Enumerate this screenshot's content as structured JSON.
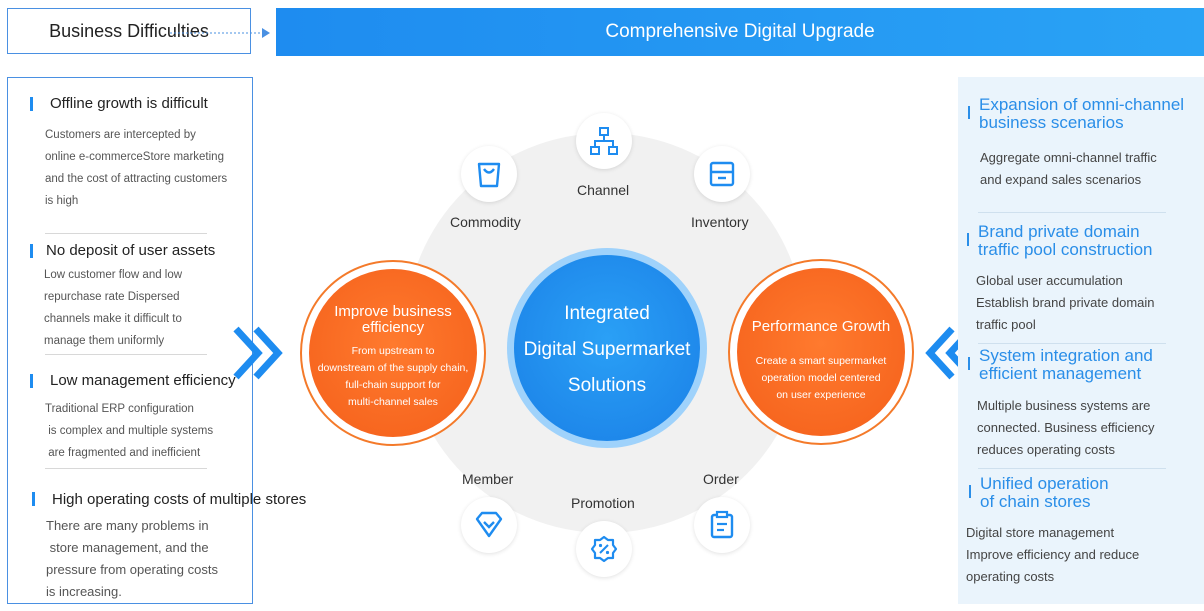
{
  "header": {
    "left_label": "Business Difficulties",
    "right_label": "Comprehensive Digital Upgrade"
  },
  "difficulties": [
    {
      "title": "Offline growth is difficult",
      "desc": [
        "Customers are intercepted by",
        "online e-commerceStore marketing",
        "and the cost of attracting customers",
        "is high"
      ]
    },
    {
      "title": "No deposit of user assets",
      "desc": [
        "Low customer flow and low",
        "repurchase rate Dispersed",
        "channels make it difficult to",
        "manage them uniformly"
      ]
    },
    {
      "title": "Low management efficiency",
      "desc": [
        "Traditional ERP configuration",
        " is complex and multiple systems",
        " are fragmented and inefficient"
      ]
    },
    {
      "title": "High operating costs of multiple stores",
      "desc": [
        "There are many problems in",
        " store management, and the",
        "pressure from operating costs",
        "is increasing."
      ]
    }
  ],
  "center": {
    "line1": "Integrated",
    "line2": "Digital Supermarket",
    "line3": "Solutions"
  },
  "left_circle": {
    "title_line1": "Improve business",
    "title_line2": "efficiency",
    "desc": [
      "From upstream to",
      "downstream of the supply chain,",
      "full-chain support for",
      "multi-channel sales"
    ]
  },
  "right_circle": {
    "title": "Performance Growth",
    "desc": [
      "Create a smart supermarket",
      "operation model centered",
      "on user experience"
    ]
  },
  "nodes": {
    "channel": "Channel",
    "commodity": "Commodity",
    "inventory": "Inventory",
    "member": "Member",
    "promotion": "Promotion",
    "order": "Order"
  },
  "upgrades": [
    {
      "title": [
        "Expansion of omni-channel",
        "business scenarios"
      ],
      "desc": [
        "Aggregate omni-channel traffic",
        "and expand sales scenarios"
      ]
    },
    {
      "title": [
        "Brand private domain",
        "traffic pool construction"
      ],
      "desc": [
        "Global user accumulation",
        "Establish brand private domain",
        "traffic pool"
      ]
    },
    {
      "title": [
        "System integration and",
        "efficient management"
      ],
      "desc": [
        "Multiple business systems are",
        "connected. Business efficiency",
        "reduces operating costs"
      ]
    },
    {
      "title": [
        "Unified operation",
        "of chain stores"
      ],
      "desc": [
        "Digital store management",
        "Improve efficiency and reduce",
        "operating costs"
      ]
    }
  ],
  "colors": {
    "accent_blue": "#1e8cf0",
    "accent_orange": "#f45f1a"
  }
}
